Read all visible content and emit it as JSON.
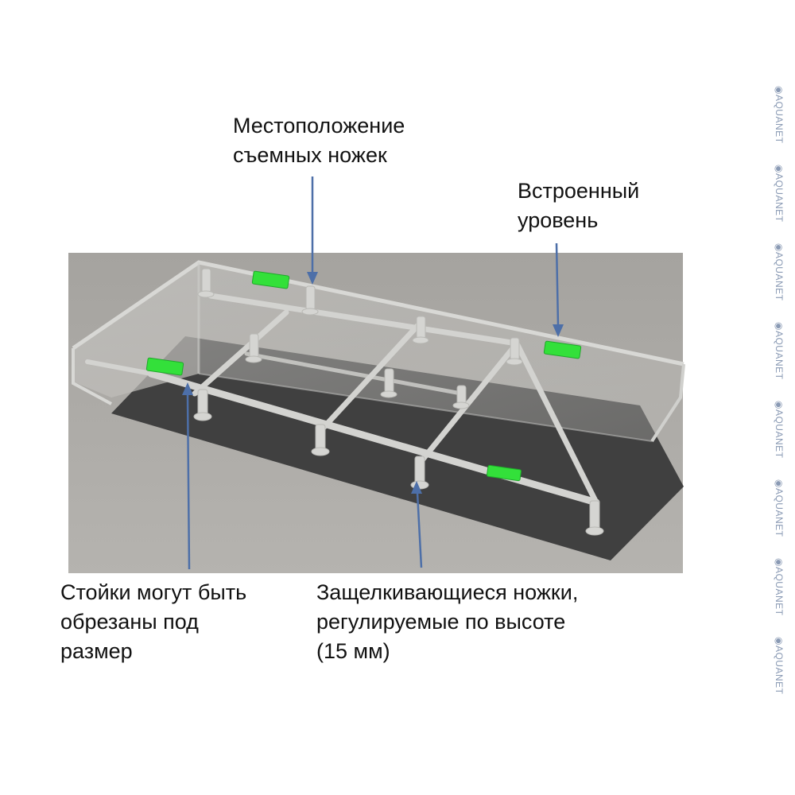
{
  "annotations": {
    "legs_location": {
      "lines": [
        "Местоположение",
        "съемных ножек"
      ]
    },
    "built_in_level": {
      "lines": [
        "Встроенный",
        "уровень"
      ]
    },
    "posts": {
      "lines": [
        "Стойки могут быть",
        "обрезаны под",
        "размер"
      ]
    },
    "snap_legs": {
      "lines": [
        "Защелкивающиеся ножки,",
        "регулируемые по высоте",
        "(15 мм)"
      ]
    }
  },
  "watermark": {
    "text": "AQUANET",
    "repeat": 8
  },
  "colors": {
    "arrow": "#4d6fa8",
    "level_marker": "#33e03a",
    "floor": "#3f3f3f",
    "background": "#a9a7a2",
    "frame": "#d2d2cf",
    "text": "#111111",
    "watermark": "#8a9ab4"
  }
}
